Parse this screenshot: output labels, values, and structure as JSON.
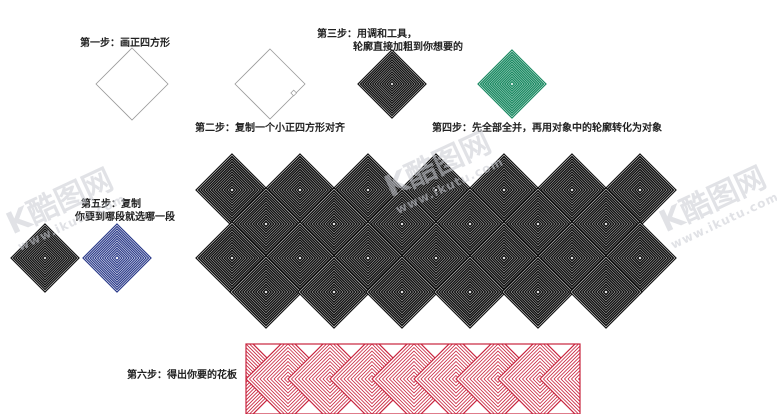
{
  "steps": {
    "step1": "第一步：画正四方形",
    "step2": "第二步：复制一个小正四方形对齐",
    "step3_line1": "第三步：用调和工具，",
    "step3_line2": "轮廓直接加粗到你想要的",
    "step4": "第四步：先全部全并，再用对象中的轮廓转化为对象",
    "step5_line1": "第五步：复制",
    "step5_line2": "你要到哪段就选哪一段",
    "step6": "第六步：得出你要的花板"
  },
  "watermark": {
    "brand": "K酷图网",
    "url": "www.ikutu.com"
  },
  "colors": {
    "black_stroke": "#111111",
    "green_stroke": "#1a8a62",
    "blue_stroke": "#2a3a8a",
    "red_stroke": "#c8243e",
    "outline": "#999999"
  }
}
